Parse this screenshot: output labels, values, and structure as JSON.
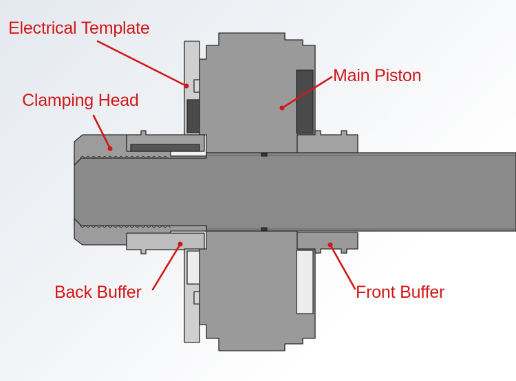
{
  "labels": {
    "electrical_template": "Electrical Template",
    "clamping_head": "Clamping Head",
    "main_piston": "Main Piston",
    "back_buffer": "Back Buffer",
    "front_buffer": "Front Buffer"
  },
  "colors": {
    "label_text": "#d01818",
    "leader_line": "#d01818",
    "outline": "#2a2a2a",
    "shaft": "#8a8a8a",
    "housing": "#9a9a9a",
    "light_part": "#c6c6c6",
    "dark_part": "#4a4a4a"
  }
}
